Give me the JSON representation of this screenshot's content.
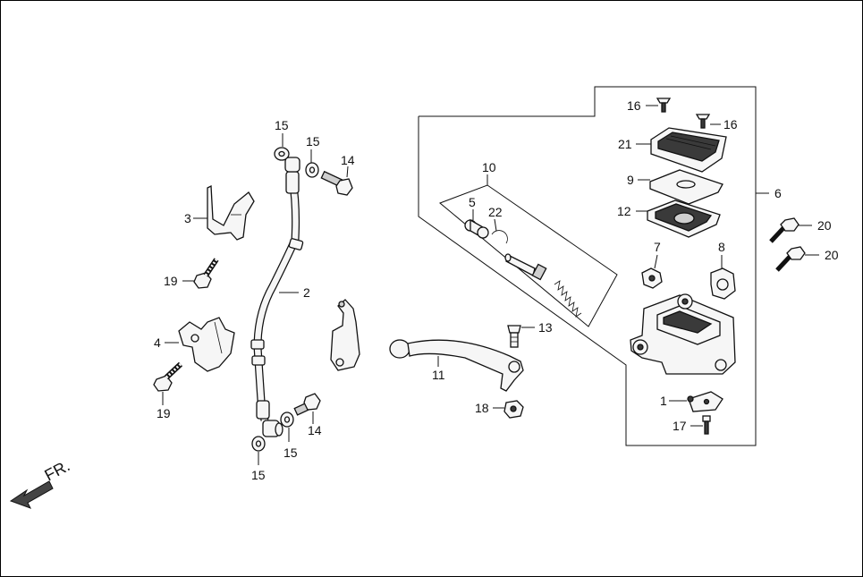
{
  "direction_label": "FR.",
  "callouts": {
    "c1": "1",
    "c2": "2",
    "c3": "3",
    "c4": "4",
    "c5": "5",
    "c6": "6",
    "c7": "7",
    "c8": "8",
    "c9": "9",
    "c10": "10",
    "c11": "11",
    "c12": "12",
    "c13": "13",
    "c14a": "14",
    "c14b": "14",
    "c15a": "15",
    "c15b": "15",
    "c15c": "15",
    "c15d": "15",
    "c16a": "16",
    "c16b": "16",
    "c17": "17",
    "c18": "18",
    "c19a": "19",
    "c19b": "19",
    "c20a": "20",
    "c20b": "20",
    "c21": "21",
    "c22": "22"
  }
}
